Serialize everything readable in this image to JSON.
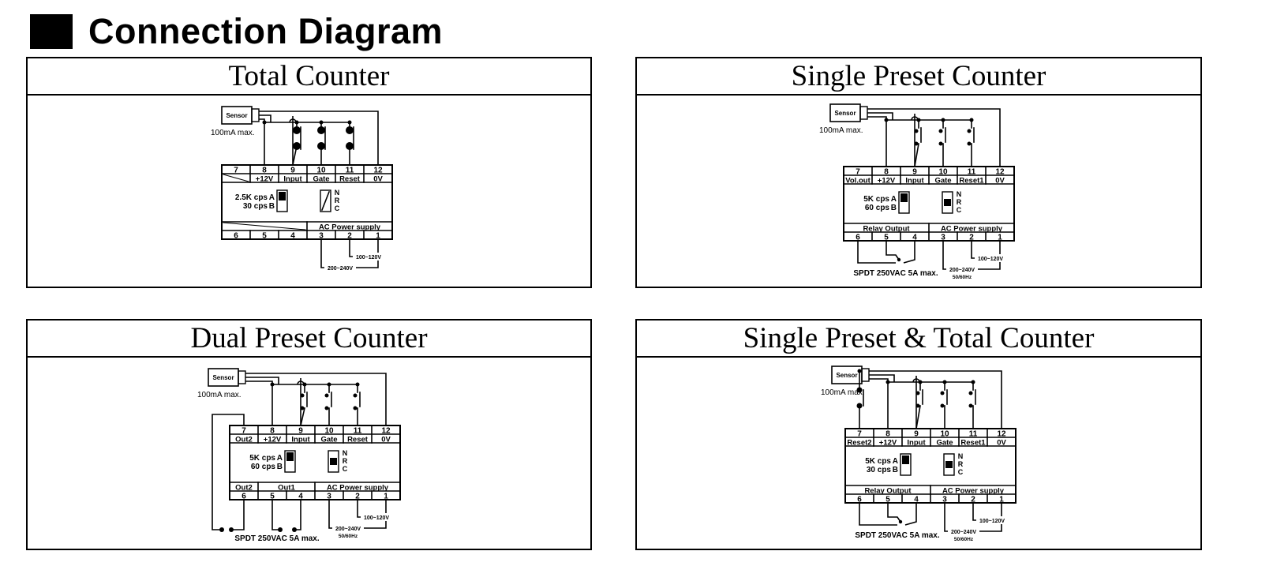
{
  "header": {
    "title": "Connection Diagram"
  },
  "panels": [
    {
      "title": "Total Counter",
      "sensor_label": "Sensor",
      "current_label": "100mA max.",
      "terminal_numbers_top": [
        "7",
        "8",
        "9",
        "10",
        "11",
        "12"
      ],
      "terminal_names_top": [
        "",
        "+12V",
        "Input",
        "Gate",
        "Reset",
        "0V"
      ],
      "speed_a": "2.5K cps",
      "speed_b": "30 cps",
      "switch_a": "A",
      "switch_b": "B",
      "mode_labels": [
        "N",
        "R",
        "C"
      ],
      "bottom_groups": [
        {
          "label": "",
          "span": 3
        },
        {
          "label": "AC Power supply",
          "span": 3
        }
      ],
      "terminal_numbers_bottom": [
        "6",
        "5",
        "4",
        "3",
        "2",
        "1"
      ],
      "voltage_low": "100~120V",
      "voltage_high": "200~240V",
      "frequency": "",
      "relay_spec": ""
    },
    {
      "title": "Single Preset Counter",
      "sensor_label": "Sensor",
      "current_label": "100mA max.",
      "terminal_numbers_top": [
        "7",
        "8",
        "9",
        "10",
        "11",
        "12"
      ],
      "terminal_names_top": [
        "Vol.out",
        "+12V",
        "Input",
        "Gate",
        "Reset1",
        "0V"
      ],
      "speed_a": "5K cps",
      "speed_b": "60 cps",
      "switch_a": "A",
      "switch_b": "B",
      "mode_labels": [
        "N",
        "R",
        "C"
      ],
      "bottom_groups": [
        {
          "label": "Relay Output",
          "span": 3
        },
        {
          "label": "AC Power supply",
          "span": 3
        }
      ],
      "terminal_numbers_bottom": [
        "6",
        "5",
        "4",
        "3",
        "2",
        "1"
      ],
      "voltage_low": "100~120V",
      "voltage_high": "200~240V",
      "frequency": "50/60Hz",
      "relay_spec": "SPDT 250VAC 5A max."
    },
    {
      "title": "Dual Preset Counter",
      "sensor_label": "Sensor",
      "current_label": "100mA max.",
      "terminal_numbers_top": [
        "7",
        "8",
        "9",
        "10",
        "11",
        "12"
      ],
      "terminal_names_top": [
        "Out2",
        "+12V",
        "Input",
        "Gate",
        "Reset",
        "0V"
      ],
      "speed_a": "5K cps",
      "speed_b": "60 cps",
      "switch_a": "A",
      "switch_b": "B",
      "mode_labels": [
        "N",
        "R",
        "C"
      ],
      "bottom_groups": [
        {
          "label": "Out2",
          "span": 1
        },
        {
          "label": "Out1",
          "span": 2
        },
        {
          "label": "AC Power supply",
          "span": 3
        }
      ],
      "terminal_numbers_bottom": [
        "6",
        "5",
        "4",
        "3",
        "2",
        "1"
      ],
      "voltage_low": "100~120V",
      "voltage_high": "200~240V",
      "frequency": "50/60Hz",
      "relay_spec": "SPDT 250VAC 5A max."
    },
    {
      "title": "Single Preset & Total Counter",
      "sensor_label": "Sensor",
      "current_label": "100mA max.",
      "terminal_numbers_top": [
        "7",
        "8",
        "9",
        "10",
        "11",
        "12"
      ],
      "terminal_names_top": [
        "Reset2",
        "+12V",
        "Input",
        "Gate",
        "Reset1",
        "0V"
      ],
      "speed_a": "5K cps",
      "speed_b": "30 cps",
      "switch_a": "A",
      "switch_b": "B",
      "mode_labels": [
        "N",
        "R",
        "C"
      ],
      "bottom_groups": [
        {
          "label": "Relay Output",
          "span": 3
        },
        {
          "label": "AC Power supply",
          "span": 3
        }
      ],
      "terminal_numbers_bottom": [
        "6",
        "5",
        "4",
        "3",
        "2",
        "1"
      ],
      "voltage_low": "100~120V",
      "voltage_high": "200~240V",
      "frequency": "50/60Hz",
      "relay_spec": "SPDT 250VAC 5A max."
    }
  ]
}
